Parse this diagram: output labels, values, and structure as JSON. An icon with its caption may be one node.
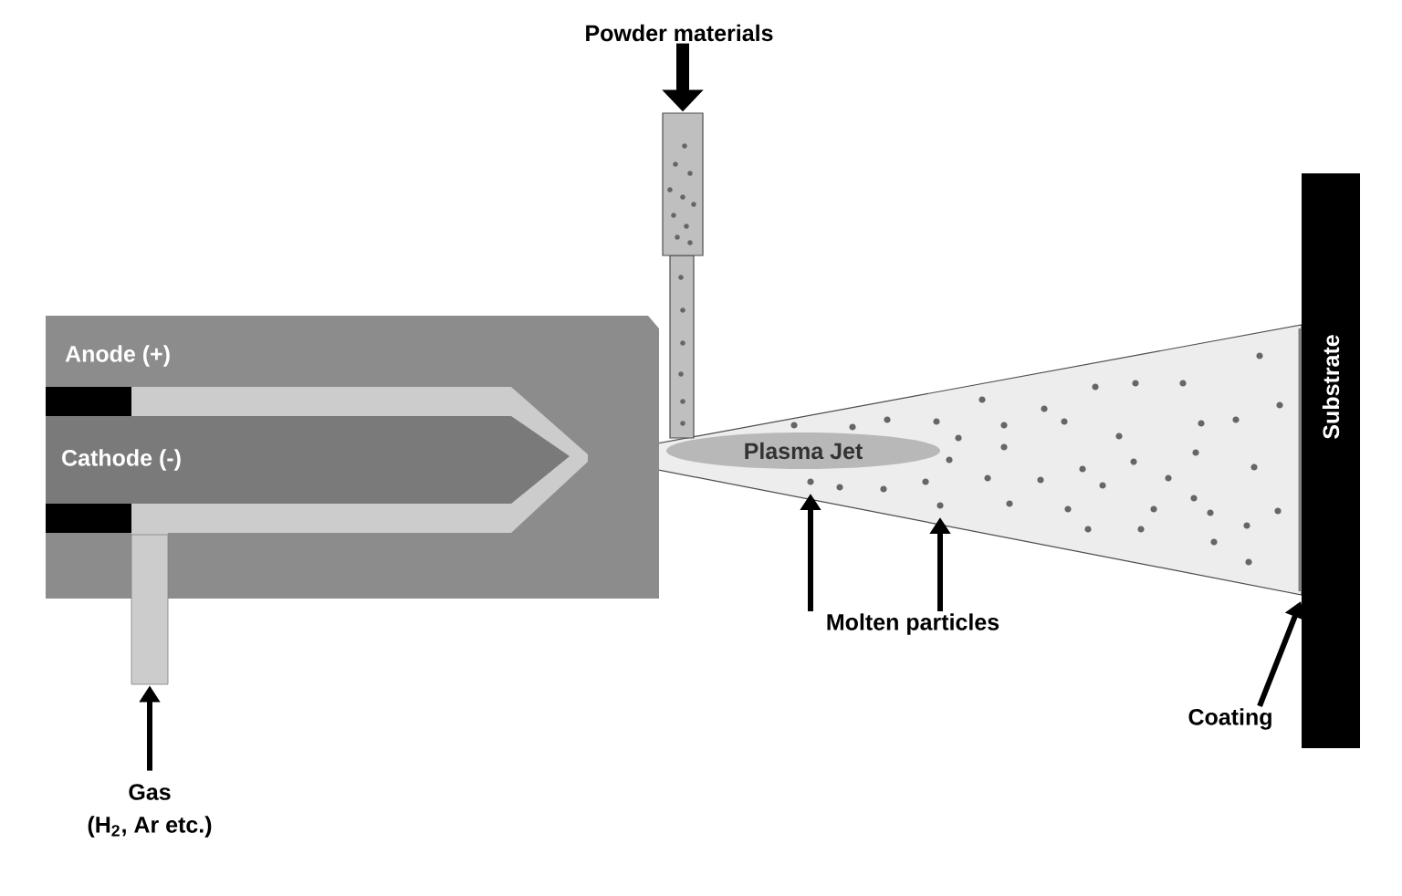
{
  "diagram": {
    "nodes": [
      {
        "text": [
          "Powder materials"
        ]
      },
      {
        "text": [],
        "shape": "box"
      },
      {
        "text": [
          "Anode (+)"
        ]
      },
      {
        "text": [
          "Cathode (-)"
        ],
        "in": 2
      },
      {
        "text": [
          "Plasma Jet"
        ]
      },
      {
        "text": [
          "Substrate"
        ]
      },
      {
        "text": [
          "Molten particles"
        ]
      },
      {
        "text": [
          "Coating"
        ]
      },
      {
        "text": [],
        "shape": "box"
      },
      {
        "text": [
          "Gas",
          "(H$_{2}$, Ar etc.)"
        ]
      }
    ],
    "edges": [
      {
        "from": 0,
        "to": 1,
        "arrow": "to",
        "style": "thick"
      },
      {
        "from": 9,
        "to": 8,
        "arrow": "to"
      },
      {
        "from": 6,
        "to": null,
        "arrow": "to"
      },
      {
        "from": 6,
        "to": null,
        "arrow": "to"
      },
      {
        "from": 7,
        "to": 5,
        "arrow": "to"
      }
    ]
  }
}
